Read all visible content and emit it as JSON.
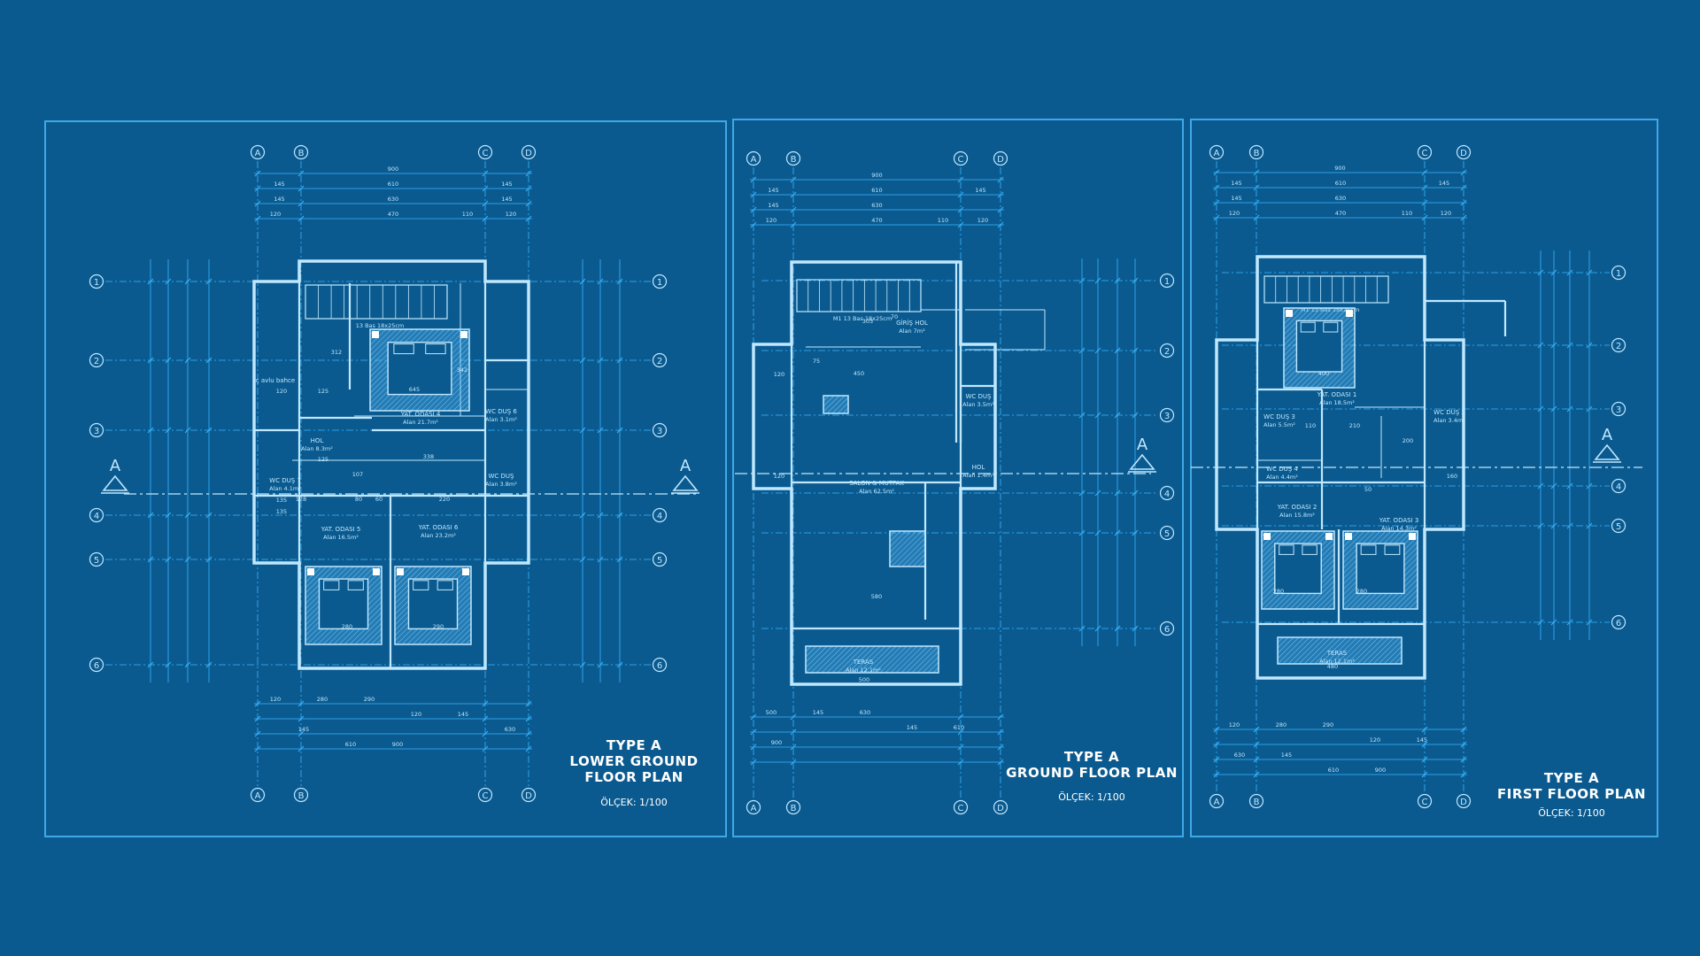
{
  "theme": {
    "background": "#0b5a8f",
    "line": "#38b6ff",
    "line_bright": "#bfe8ff",
    "text": "#ffffff"
  },
  "grid_columns": [
    "A",
    "B",
    "C",
    "D"
  ],
  "grid_rows": [
    "1",
    "2",
    "3",
    "4",
    "5",
    "6"
  ],
  "section_marker": "A",
  "plans": [
    {
      "id": "lower-ground",
      "title_lines": "TYPE A\nLOWER GROUND\nFLOOR PLAN",
      "scale": "ÖLÇEK: 1/100",
      "top_dims": [
        "900",
        "610",
        "145",
        "145",
        "630",
        "145",
        "120",
        "470",
        "110",
        "120",
        "145"
      ],
      "bottom_dims": [
        "120",
        "280",
        "290",
        "120",
        "145",
        "630",
        "145",
        "610",
        "900"
      ],
      "rooms": [
        {
          "name": "YAT. ODASI 4",
          "area": "Alan 21.7m²"
        },
        {
          "name": "HOL",
          "area": "Alan 8.3m²"
        },
        {
          "name": "WC DUŞ 6",
          "area": "Alan 3.1m²"
        },
        {
          "name": "WC DUŞ 7",
          "area": "Alan 4.1m²"
        },
        {
          "name": "WC DUŞ",
          "area": "Alan 3.8m²"
        },
        {
          "name": "YAT. ODASI 5",
          "area": "Alan 16.5m²"
        },
        {
          "name": "YAT. ODASI 6",
          "area": "Alan 23.2m²"
        },
        {
          "name": "iç avlu bahce",
          "area": ""
        }
      ],
      "stair_label": "13 Bas 18x25cm",
      "interior_dims": [
        "120",
        "125",
        "125",
        "645",
        "338",
        "107",
        "128",
        "135",
        "135",
        "80",
        "60",
        "220",
        "280",
        "290",
        "312",
        "342"
      ]
    },
    {
      "id": "ground",
      "title_lines": "TYPE A\nGROUND FLOOR PLAN",
      "scale": "ÖLÇEK: 1/100",
      "top_dims": [
        "900",
        "610",
        "145",
        "145",
        "630",
        "145",
        "120",
        "470",
        "110",
        "120"
      ],
      "bottom_dims": [
        "500",
        "145",
        "630",
        "145",
        "610",
        "900"
      ],
      "rooms": [
        {
          "name": "GİRİŞ HOL",
          "area": "Alan 7m²"
        },
        {
          "name": "SALON & MUTFAK",
          "area": "Alan 62.5m²"
        },
        {
          "name": "WC DUŞ",
          "area": "Alan 3.5m²"
        },
        {
          "name": "HOL",
          "area": "Alan 1.4m²"
        },
        {
          "name": "TERAS",
          "area": "Alan 12.1m²"
        }
      ],
      "stair_label": "M1 13 Bas 18x25cm",
      "interior_dims": [
        "303",
        "450",
        "580",
        "500",
        "120",
        "120",
        "70",
        "75"
      ]
    },
    {
      "id": "first",
      "title_lines": "TYPE A\nFIRST FLOOR PLAN",
      "scale": "ÖLÇEK: 1/100",
      "top_dims": [
        "900",
        "610",
        "145",
        "145",
        "630",
        "145",
        "120",
        "470",
        "110",
        "120"
      ],
      "bottom_dims": [
        "120",
        "280",
        "290",
        "120",
        "145",
        "630",
        "145",
        "610",
        "900"
      ],
      "rooms": [
        {
          "name": "YAT. ODASI 1",
          "area": "Alan 18.5m²"
        },
        {
          "name": "WC DUŞ 3",
          "area": "Alan 5.5m²"
        },
        {
          "name": "WC DUŞ 2",
          "area": "Alan 3.4m²"
        },
        {
          "name": "WC DUŞ 4",
          "area": "Alan 4.4m²"
        },
        {
          "name": "YAT. ODASI 2",
          "area": "Alan 15.8m²"
        },
        {
          "name": "YAT. ODASI 3",
          "area": "Alan 14.3m²"
        },
        {
          "name": "TERAS",
          "area": "Alan 12.1m²"
        }
      ],
      "stair_label": "M1 13 Bas 18x25cm",
      "interior_dims": [
        "400",
        "210",
        "280",
        "280",
        "480",
        "50",
        "160",
        "200",
        "110"
      ]
    }
  ]
}
